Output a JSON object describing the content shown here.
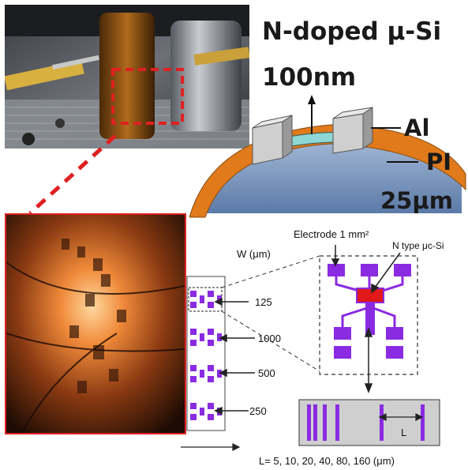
{
  "labels": {
    "material": "N-doped μ-Si",
    "thickness": "100nm",
    "electrode_metal": "Al",
    "substrate": "PI",
    "substrate_thickness": "25μm",
    "width_header": "W (μm)",
    "widths": [
      "125",
      "1000",
      "500",
      "250"
    ],
    "electrode_callout": "Electrode 1 mm²",
    "ntype_callout": "N type μc-Si",
    "length_symbol": "L",
    "length_values": "L= 5, 10, 20, 40, 80, 160 (μm)"
  },
  "colors": {
    "pattern_purple": "#8a2be2",
    "channel_red": "#e01818",
    "highlight_red": "#e02020",
    "orange_film": "#e07a1a",
    "al_block": "#c8c8c8",
    "si_film": "#8fd6d6"
  }
}
